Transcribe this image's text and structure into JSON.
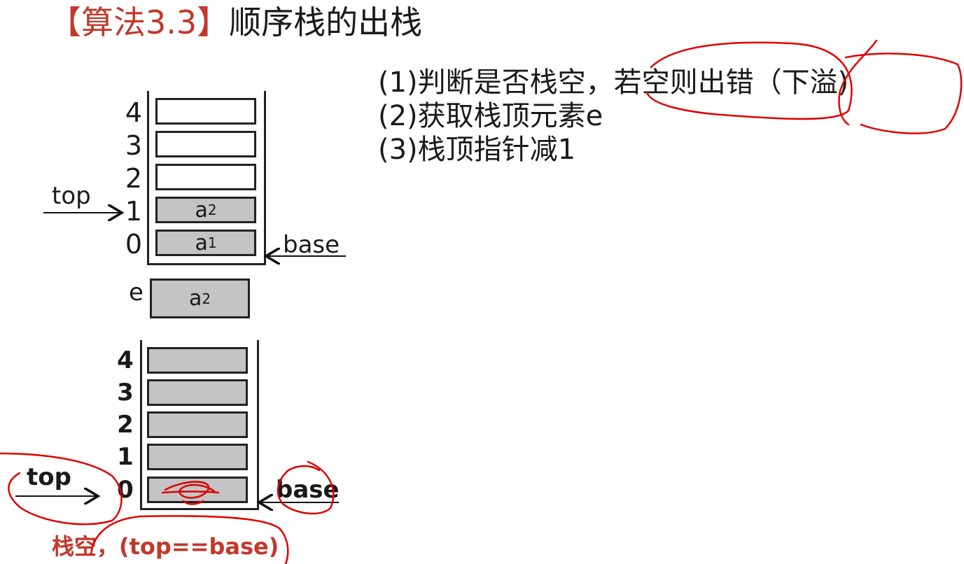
{
  "title": {
    "prefix": "【算法3.3】",
    "text": "顺序栈的出栈"
  },
  "steps": [
    "(1)判断是否栈空，若空则出错（下溢)",
    "(2)获取栈顶元素e",
    "(3)栈顶指针减1"
  ],
  "stack1": {
    "indices": [
      "4",
      "3",
      "2",
      "1",
      "0"
    ],
    "cells": [
      {
        "base": "",
        "sub": ""
      },
      {
        "base": "",
        "sub": ""
      },
      {
        "base": "",
        "sub": ""
      },
      {
        "base": "a",
        "sub": "2"
      },
      {
        "base": "a",
        "sub": "1"
      }
    ],
    "top_label": "top",
    "base_label": "base"
  },
  "e_box": {
    "label": "e",
    "base": "a",
    "sub": "2"
  },
  "stack2": {
    "indices": [
      "4",
      "3",
      "2",
      "1",
      "0"
    ],
    "top_label": "top",
    "base_label": "base"
  },
  "empty_note": "栈空，(top==base)",
  "colors": {
    "title_red": "#c0392b",
    "annotation_red": "#e00000",
    "cell_fill": "#c4c4c4"
  }
}
